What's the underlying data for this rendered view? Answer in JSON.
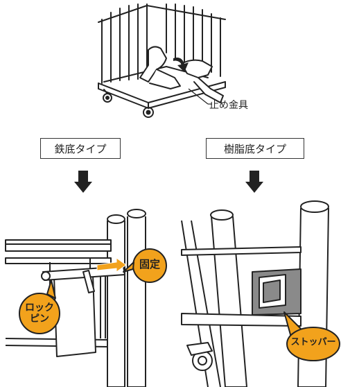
{
  "top_label": "止め金具",
  "left_title": "鉄底タイプ",
  "right_title": "樹脂底タイプ",
  "callouts": {
    "fixed": "固定",
    "lock_pin_line1": "ロック",
    "lock_pin_line2": "ピン",
    "stopper": "ストッパー"
  },
  "colors": {
    "callout_fill": "#F2A21C",
    "stopper_block": "#8A8A8A",
    "line": "#222222"
  }
}
